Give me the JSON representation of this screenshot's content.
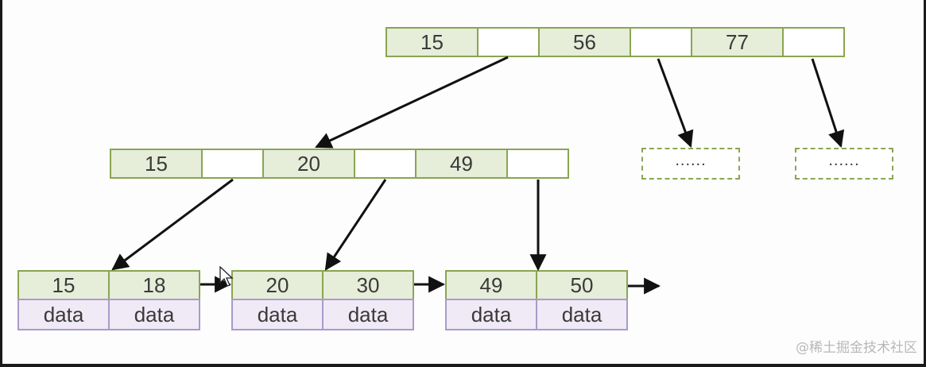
{
  "root": {
    "keys": [
      "15",
      "56",
      "77"
    ]
  },
  "internal": {
    "keys": [
      "15",
      "20",
      "49"
    ]
  },
  "placeholders": [
    "......",
    "......"
  ],
  "leaves": [
    {
      "keys": [
        "15",
        "18"
      ],
      "data": [
        "data",
        "data"
      ]
    },
    {
      "keys": [
        "20",
        "30"
      ],
      "data": [
        "data",
        "data"
      ]
    },
    {
      "keys": [
        "49",
        "50"
      ],
      "data": [
        "data",
        "data"
      ]
    }
  ],
  "watermark": "@稀土掘金技术社区",
  "colors": {
    "key_fill": "#e6edd9",
    "key_border": "#8aa552",
    "data_fill": "#f0eaf6",
    "data_border": "#a99bc9",
    "arrow": "#111111"
  }
}
